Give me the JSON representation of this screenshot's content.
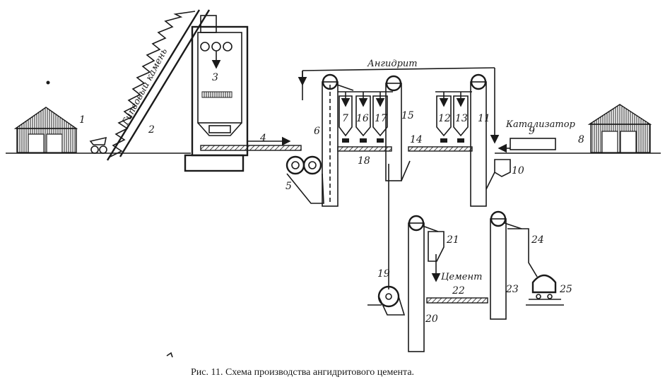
{
  "labels": {
    "n1": "1",
    "n2": "2",
    "n3": "3",
    "n4": "4",
    "n5": "5",
    "n6": "6",
    "n7": "7",
    "n8": "8",
    "n9": "9",
    "n10": "10",
    "n11": "11",
    "n12": "12",
    "n13": "13",
    "n14": "14",
    "n15": "15",
    "n16": "16",
    "n17": "17",
    "n18": "18",
    "n19": "19",
    "n20": "20",
    "n21": "21",
    "n22": "22",
    "n23": "23",
    "n24": "24",
    "n25": "25",
    "gypsum": "Гипсовый камень",
    "anhydrite": "Ангидрит",
    "catalyst": "Катализатор",
    "cement": "Цемент"
  },
  "caption": "Рис. 11. Схема производства ангидритового цемента."
}
